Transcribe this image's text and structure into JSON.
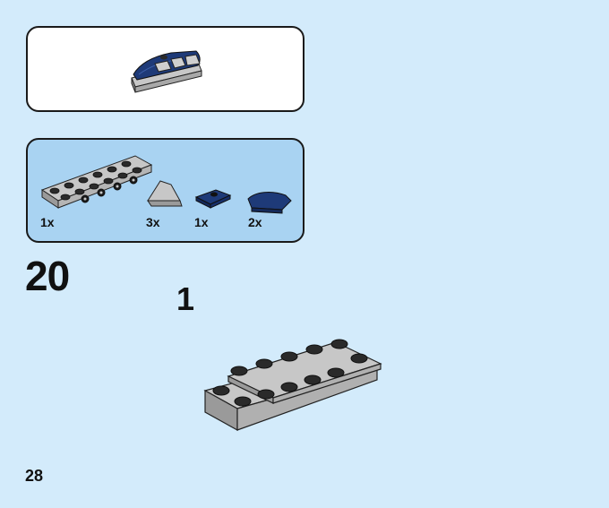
{
  "parts": [
    {
      "name": "gray-plate-2x6-with-side-studs",
      "quantity": "1x"
    },
    {
      "name": "gray-slope-brick",
      "quantity": "3x"
    },
    {
      "name": "dark-blue-jumper-plate",
      "quantity": "1x"
    },
    {
      "name": "dark-blue-curved-slope",
      "quantity": "2x"
    }
  ],
  "step_number": "20",
  "sub_step": "1",
  "page_number": "28",
  "colors": {
    "background": "#d3ebfb",
    "parts_panel": "#a9d3f2",
    "gray_brick": "#c7c7c7",
    "dark_blue_brick": "#1e3a78",
    "stud_black": "#2a2a2a"
  }
}
